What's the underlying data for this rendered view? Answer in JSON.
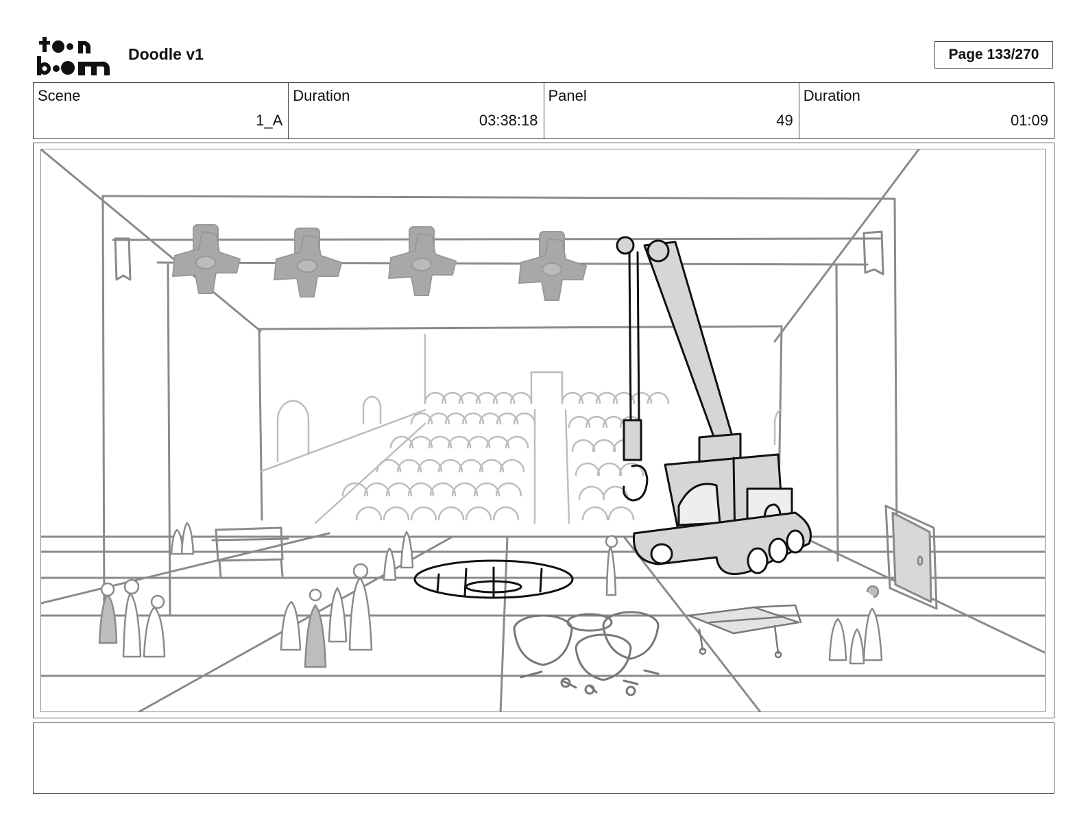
{
  "header": {
    "logo_text": [
      "toon",
      "boom"
    ],
    "document_title": "Doodle v1",
    "page_label": "Page 133/270"
  },
  "info": [
    {
      "label": "Scene",
      "value": "1_A"
    },
    {
      "label": "Duration",
      "value": "03:38:18"
    },
    {
      "label": "Panel",
      "value": "49"
    },
    {
      "label": "Duration",
      "value": "01:09"
    }
  ],
  "panel": {
    "description": "",
    "sketch_color": "#8a8a8a",
    "fill_color": "#cfcfcf",
    "ink_color": "#111111"
  },
  "notes": {
    "text": ""
  }
}
